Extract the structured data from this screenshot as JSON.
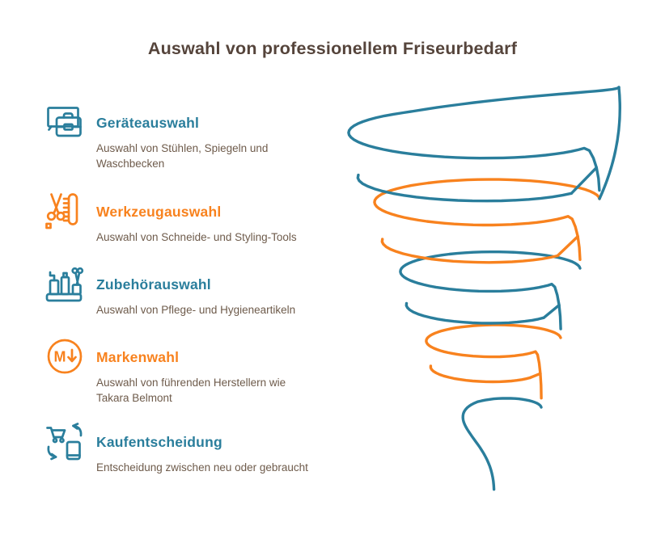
{
  "title": "Auswahl von professionellem Friseurbedarf",
  "colors": {
    "teal": "#2A7E9C",
    "orange": "#F8821E",
    "title_text": "#55443B",
    "body_text": "#6E5B4B",
    "background": "#FFFFFF"
  },
  "steps": [
    {
      "heading": "Geräteauswahl",
      "description": "Auswahl von Stühlen, Spiegeln und\nWaschbecken",
      "accent": "teal",
      "icon": "equipment-case-icon"
    },
    {
      "heading": "Werkzeugauswahl",
      "description": "Auswahl von Schneide- und Styling-Tools",
      "accent": "orange",
      "icon": "scissors-comb-icon"
    },
    {
      "heading": "Zubehörauswahl",
      "description": "Auswahl von Pflege- und Hygieneartikeln",
      "accent": "teal",
      "icon": "care-products-icon"
    },
    {
      "heading": "Markenwahl",
      "description": "Auswahl von führenden Herstellern wie\nTakara Belmont",
      "accent": "orange",
      "icon": "brand-m-arrow-icon",
      "icon_text": "M"
    },
    {
      "heading": "Kaufentscheidung",
      "description": "Entscheidung zwischen neu oder gebraucht",
      "accent": "teal",
      "icon": "cart-phone-exchange-icon"
    }
  ],
  "funnel": {
    "style": "spiral-wireframe",
    "band_colors": [
      "teal",
      "orange",
      "teal",
      "orange",
      "teal"
    ]
  }
}
